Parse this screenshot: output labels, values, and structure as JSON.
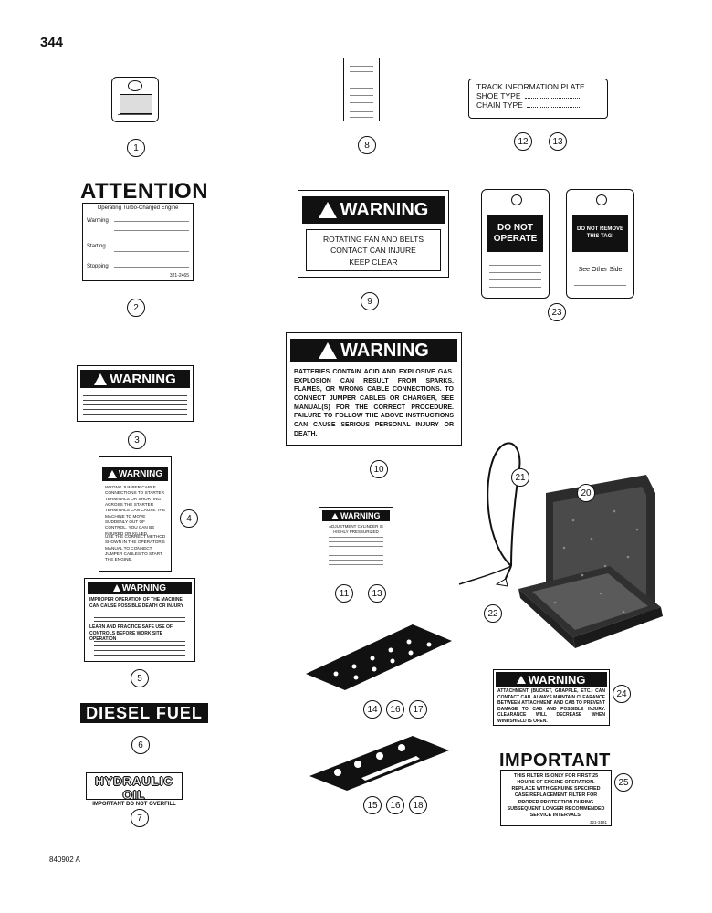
{
  "page_number": "344",
  "figure_code": "840902 A",
  "items": {
    "n1": "1",
    "n2": "2",
    "n3": "3",
    "n4": "4",
    "n5": "5",
    "n6": "6",
    "n7": "7",
    "n8": "8",
    "n9": "9",
    "n10": "10",
    "n11": "11",
    "n12": "12",
    "n13": "13",
    "n14": "14",
    "n15": "15",
    "n16": "16",
    "n17": "17",
    "n18": "18",
    "n20": "20",
    "n21": "21",
    "n22": "22",
    "n23": "23",
    "n24": "24",
    "n25": "25"
  },
  "track_plate": {
    "title": "TRACK INFORMATION PLATE",
    "line1": "SHOE TYPE",
    "line2": "CHAIN TYPE"
  },
  "attention": {
    "heading": "ATTENTION",
    "subtitle": "Operating Turbo-Charged Engine",
    "l1": "Warming",
    "l2": "Starting",
    "l3": "Stopping",
    "code": "321-2465"
  },
  "warning_word": "WARNING",
  "warn9": {
    "line1": "ROTATING FAN AND BELTS",
    "line2": "CONTACT CAN INJURE",
    "line3": "KEEP CLEAR"
  },
  "warn10": {
    "text": "BATTERIES CONTAIN ACID AND EXPLOSIVE GAS. EXPLOSION CAN RESULT FROM SPARKS, FLAMES, OR WRONG CABLE CONNECTIONS. TO CONNECT JUMPER CABLES OR CHARGER, SEE MANUAL(S) FOR THE CORRECT PROCEDURE. FAILURE TO FOLLOW THE ABOVE INSTRUCTIONS CAN CAUSE SERIOUS PERSONAL INJURY OR DEATH."
  },
  "warn4": {
    "text": "WRONG JUMPER CABLE CONNECTIONS TO STARTER TERMINALS OR SHORTING ACROSS THE STARTER TERMINALS CAN CAUSE THE MACHINE TO MOVE SUDDENLY OUT OF CONTROL. YOU CAN BE INJURED OR KILLED.",
    "text2": "USE THE CORRECT METHOD SHOWN IN THE OPERATOR'S MANUAL TO CONNECT JUMPER CABLES TO START THE ENGINE."
  },
  "warn5": {
    "line1": "IMPROPER OPERATION OF THE MACHINE CAN CAUSE POSSIBLE DEATH OR INJURY",
    "line2": "LEARN AND PRACTICE SAFE USE OF CONTROLS BEFORE WORK SITE OPERATION"
  },
  "warn11": {
    "text": "ADJUSTMENT CYLINDER IS HIGHLY PRESSURIZED"
  },
  "warn24": {
    "text": "ATTACHMENT (BUCKET, GRAPPLE, ETC.) CAN CONTACT CAB. ALWAYS MAINTAIN CLEARANCE BETWEEN ATTACHMENT AND CAB TO PREVENT DAMAGE TO CAB AND POSSIBLE INJURY. CLEARANCE WILL DECREASE WHEN WINDSHIELD IS OPEN."
  },
  "important": {
    "heading": "IMPORTANT",
    "text": "THIS FILTER IS ONLY FOR FIRST 25 HOURS OF ENGINE OPERATION. REPLACE WITH GENUINE SPECIFIED CASE REPLACEMENT FILTER FOR PROPER PROTECTION DURING SUBSEQUENT LONGER RECOMMENDED SERVICE INTERVALS.",
    "code": "321-3181"
  },
  "diesel": "DIESEL FUEL",
  "hydraulic": {
    "line1": "HYDRAULIC OIL",
    "line2": "IMPORTANT DO NOT OVERFILL"
  },
  "tag_a": "DO NOT OPERATE",
  "tag_b": {
    "line1": "DO NOT REMOVE THIS TAG!",
    "line2": "See Other Side"
  }
}
